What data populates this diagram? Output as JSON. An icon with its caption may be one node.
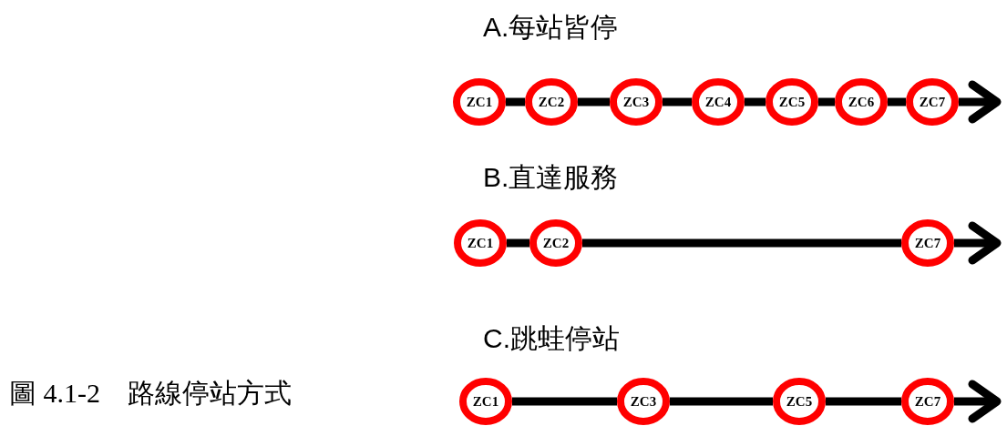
{
  "diagram": {
    "caption": "圖 4.1-2　路線停站方式",
    "nodes": [
      {
        "text": [
          "ZC1"
        ]
      },
      {
        "text": [
          "ZC2"
        ]
      },
      {
        "text": [
          "ZC3"
        ]
      },
      {
        "text": [
          "ZC4"
        ]
      },
      {
        "text": [
          "ZC5"
        ]
      },
      {
        "text": [
          "ZC6"
        ]
      },
      {
        "text": [
          "ZC7"
        ]
      },
      {
        "text": [
          "ZC1"
        ]
      },
      {
        "text": [
          "ZC2"
        ]
      },
      {
        "text": [
          "ZC7"
        ]
      },
      {
        "text": [
          "ZC1"
        ]
      },
      {
        "text": [
          "ZC3"
        ]
      },
      {
        "text": [
          "ZC5"
        ]
      },
      {
        "text": [
          "ZC7"
        ]
      }
    ],
    "edges": [
      {
        "from": 0,
        "to": 1,
        "arrow": "none"
      },
      {
        "from": 1,
        "to": 2,
        "arrow": "none"
      },
      {
        "from": 2,
        "to": 3,
        "arrow": "none"
      },
      {
        "from": 3,
        "to": 4,
        "arrow": "none"
      },
      {
        "from": 4,
        "to": 5,
        "arrow": "none"
      },
      {
        "from": 5,
        "to": 6,
        "arrow": "none"
      },
      {
        "from": 6,
        "to": null,
        "arrow": "to"
      },
      {
        "from": 7,
        "to": 8,
        "arrow": "none"
      },
      {
        "from": 8,
        "to": 9,
        "arrow": "none"
      },
      {
        "from": 9,
        "to": null,
        "arrow": "to"
      },
      {
        "from": 10,
        "to": 11,
        "arrow": "none"
      },
      {
        "from": 11,
        "to": 12,
        "arrow": "none"
      },
      {
        "from": 12,
        "to": 13,
        "arrow": "none"
      },
      {
        "from": 13,
        "to": null,
        "arrow": "to"
      }
    ],
    "labels": [
      "A.每站皆停",
      "B.直達服務",
      "C.跳蛙停站"
    ]
  }
}
